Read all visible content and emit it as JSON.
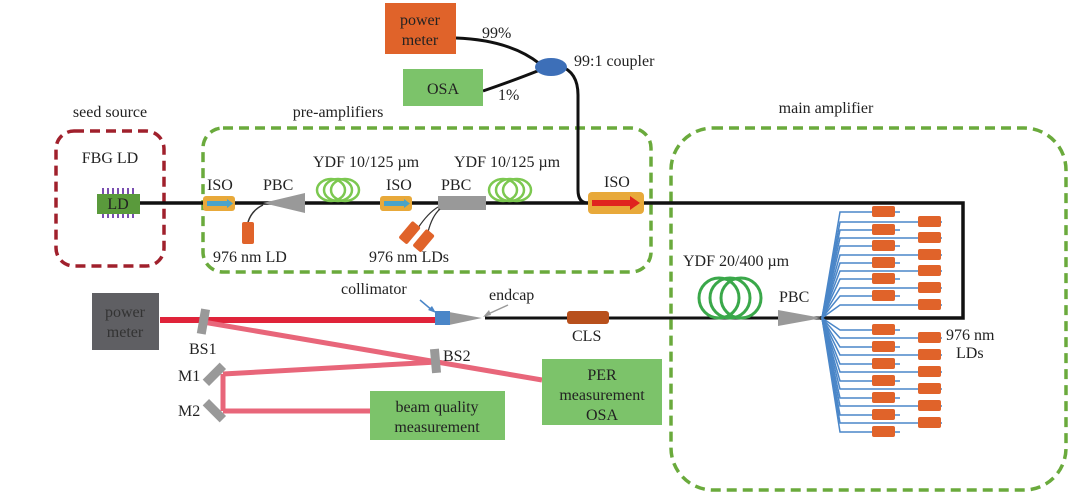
{
  "title": "Fiber amplifier experimental setup",
  "groups": {
    "seed_source": {
      "label": "seed source",
      "color": "#a0202c"
    },
    "pre_amplifiers": {
      "label": "pre-amplifiers",
      "color": "#6aaa3c"
    },
    "main_amplifier": {
      "label": "main amplifier",
      "color": "#6aaa3c"
    }
  },
  "components": {
    "fbg_ld_label": "FBG LD",
    "ld_chip": "LD",
    "iso1": "ISO",
    "pbc1": "PBC",
    "ydf1": "YDF 10/125 µm",
    "pump1": "976 nm LD",
    "iso2": "ISO",
    "pbc2": "PBC",
    "ydf2": "YDF 10/125 µm",
    "pump2": "976 nm LDs",
    "iso3": "ISO",
    "ydf3": "YDF 20/400 µm",
    "pbc3": "PBC",
    "pump3": "976 nm",
    "pump3b": "LDs",
    "coupler": "99:1 coupler",
    "pct99": "99%",
    "pct1": "1%",
    "pm_top_1": "power",
    "pm_top_2": "meter",
    "osa_top": "OSA",
    "cls": "CLS",
    "endcap": "endcap",
    "collimator": "collimator",
    "pm_bot_1": "power",
    "pm_bot_2": "meter",
    "bs1": "BS1",
    "bs2": "BS2",
    "m1": "M1",
    "m2": "M2",
    "bq_1": "beam quality",
    "bq_2": "measurement",
    "per_1": "PER",
    "per_2": "measurement",
    "per_3": "OSA"
  },
  "colors": {
    "fiber": "#111111",
    "iso_body": "#e8a93a",
    "iso_arrow_pre": "#4aa3c8",
    "iso_arrow_main": "#e0231f",
    "pbc": "#999999",
    "coil_pre": "#7cc850",
    "coil_main": "#3aa84a",
    "pump": "#e0632a",
    "pump_fiber": "#4a86c8",
    "coupler": "#3d6fb8",
    "power_meter_top": "#e0632a",
    "osa_box": "#7cc36a",
    "power_meter_bot": "#5f5f63",
    "beam": "#e0233a",
    "beam_split": "#e8667a",
    "mirror": "#999999",
    "cls": "#b8501c",
    "collimator": "#4a86c8"
  }
}
